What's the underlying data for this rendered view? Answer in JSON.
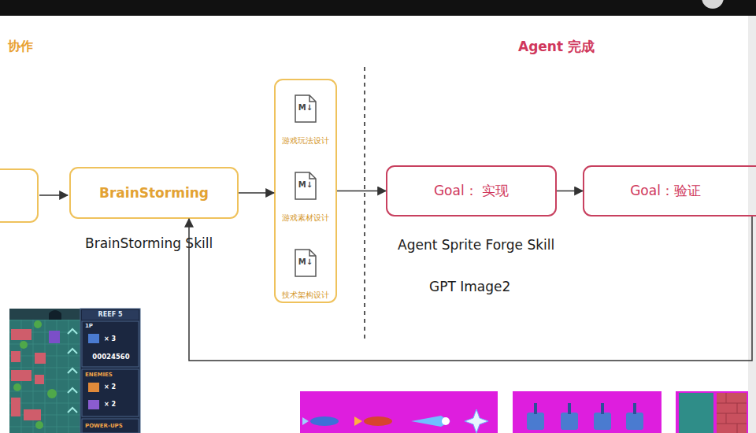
{
  "diagram": {
    "nodes": [
      {
        "text": [
          "BrainStorming"
        ]
      },
      {
        "text": []
      },
      {
        "text": [
          "M↓",
          "游戏玩法设计"
        ],
        "in": 1
      },
      {
        "text": [
          "M↓",
          "游戏素材设计"
        ],
        "in": 1
      },
      {
        "text": [
          "M↓",
          "技术架构设计"
        ],
        "in": 1
      },
      {
        "text": [
          "Goal： 实现"
        ]
      },
      {
        "text": [
          "Goal：验证"
        ]
      }
    ],
    "edges": [
      {
        "from": 0,
        "to": 1,
        "arrow": "to"
      },
      {
        "from": 1,
        "to": 5,
        "arrow": "to"
      },
      {
        "from": 5,
        "to": 6,
        "arrow": "to"
      },
      {
        "from": 6,
        "to": 0,
        "arrow": "to"
      }
    ],
    "labels": [
      "协作",
      "Agent 完成",
      "BrainStorming Skill",
      "Agent Sprite Forge Skill",
      "GPT Image2",
      "REEF 5",
      "1P",
      "× 3",
      "00024560",
      "ENEMIES",
      "× 2",
      "× 2",
      "POWER-UPS"
    ]
  }
}
